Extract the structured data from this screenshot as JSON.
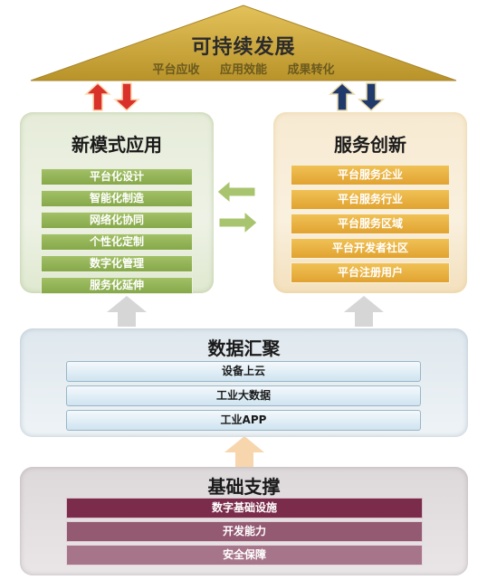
{
  "roof": {
    "title": "可持续发展",
    "subtitles": [
      "平台应收",
      "应用效能",
      "成果转化"
    ]
  },
  "left_panel": {
    "title": "新模式应用",
    "items": [
      "平台化设计",
      "智能化制造",
      "网络化协同",
      "个性化定制",
      "数字化管理",
      "服务化延伸"
    ]
  },
  "right_panel": {
    "title": "服务创新",
    "items": [
      "平台服务企业",
      "平台服务行业",
      "平台服务区域",
      "平台开发者社区",
      "平台注册用户"
    ]
  },
  "data_panel": {
    "title": "数据汇聚",
    "items": [
      "设备上云",
      "工业大数据",
      "工业APP"
    ]
  },
  "base_panel": {
    "title": "基础支撑",
    "items": [
      "数字基础设施",
      "开发能力",
      "安全保障"
    ]
  },
  "colors": {
    "roof": "#c9a63a",
    "green_item": "#8fb052",
    "gold_item": "#e8ad3d",
    "purple_item": "#7a2c4a",
    "arrow_red": "#d9322b",
    "arrow_navy": "#1f3a6b"
  }
}
